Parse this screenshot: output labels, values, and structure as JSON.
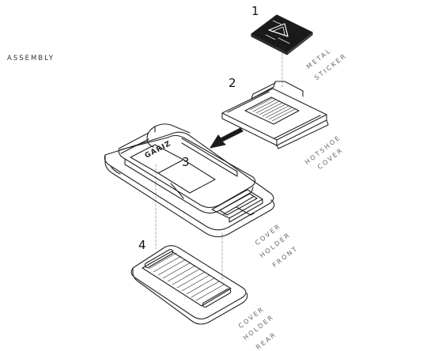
{
  "title": "ASSEMBLY",
  "parts": [
    {
      "number": "1",
      "label_lines": [
        "METAL",
        "STICKER"
      ]
    },
    {
      "number": "2",
      "label_lines": [
        "HOTSHOE",
        "COVER"
      ]
    },
    {
      "number": "3",
      "label_lines": [
        "COVER",
        "HOLDER",
        "FRONT"
      ]
    },
    {
      "number": "4",
      "label_lines": [
        "COVER",
        "HOLDER",
        "REAR"
      ]
    }
  ],
  "logo_text": "GARIZ",
  "colors": {
    "line": "#222222",
    "guide": "#999999",
    "sticker": "#1a1a1a",
    "label": "#666666"
  }
}
